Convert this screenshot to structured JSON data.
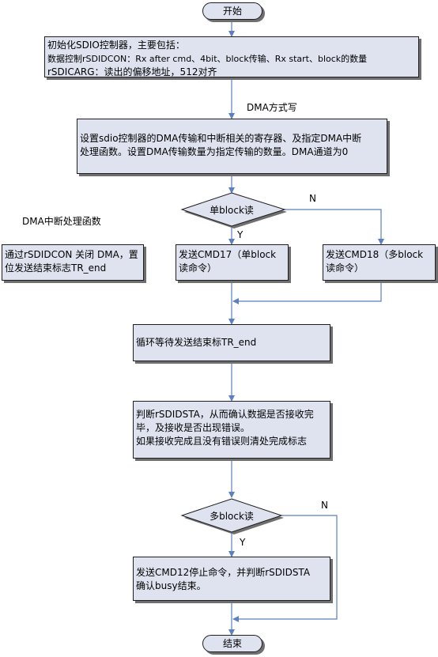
{
  "start": "开始",
  "end": "结束",
  "init_box": {
    "lines": [
      "初始化SDIO控制器，主要包括：",
      "数据控制rSDIDCON：Rx after cmd、4bit、block传输、Rx start、block的数量",
      "rSDICARG：读出的偏移地址，512对齐"
    ]
  },
  "dma_write_label": "DMA方式写",
  "dma_setup_box": {
    "lines": [
      "设置sdio控制器的DMA传输和中断相关的寄存器、及指定DMA中断",
      "处理函数。设置DMA传输数量为指定传输的数量。DMA通道为0"
    ]
  },
  "decision_single": "单block读",
  "yes": "Y",
  "no": "N",
  "cmd17_box": "发送CMD17（单block读命令）",
  "cmd18_box": "发送CMD18（多block读命令）",
  "dma_isr_label": "DMA中断处理函数",
  "dma_isr_box": "通过rSDIDCON 关闭 DMA，置位发送结束标志TR_end",
  "loop_box": "循环等待发送结束标TR_end",
  "check_box": {
    "lines": [
      "判断rSDIDSTA，从而确认数据是否接收完",
      "毕，及接收是否出现错误。",
      "如果接收完成且没有错误则清处完成标志"
    ]
  },
  "decision_multi": "多block读",
  "cmd12_box": {
    "lines": [
      "发送CMD12停止命令，并判断rSDIDSTA",
      "确认busy结束。"
    ]
  },
  "colors": {
    "box_fill": "#dfe3f0",
    "arrow": "#5b7fbf",
    "border": "#1e1e1e",
    "shadow": "#6f6f6f"
  }
}
